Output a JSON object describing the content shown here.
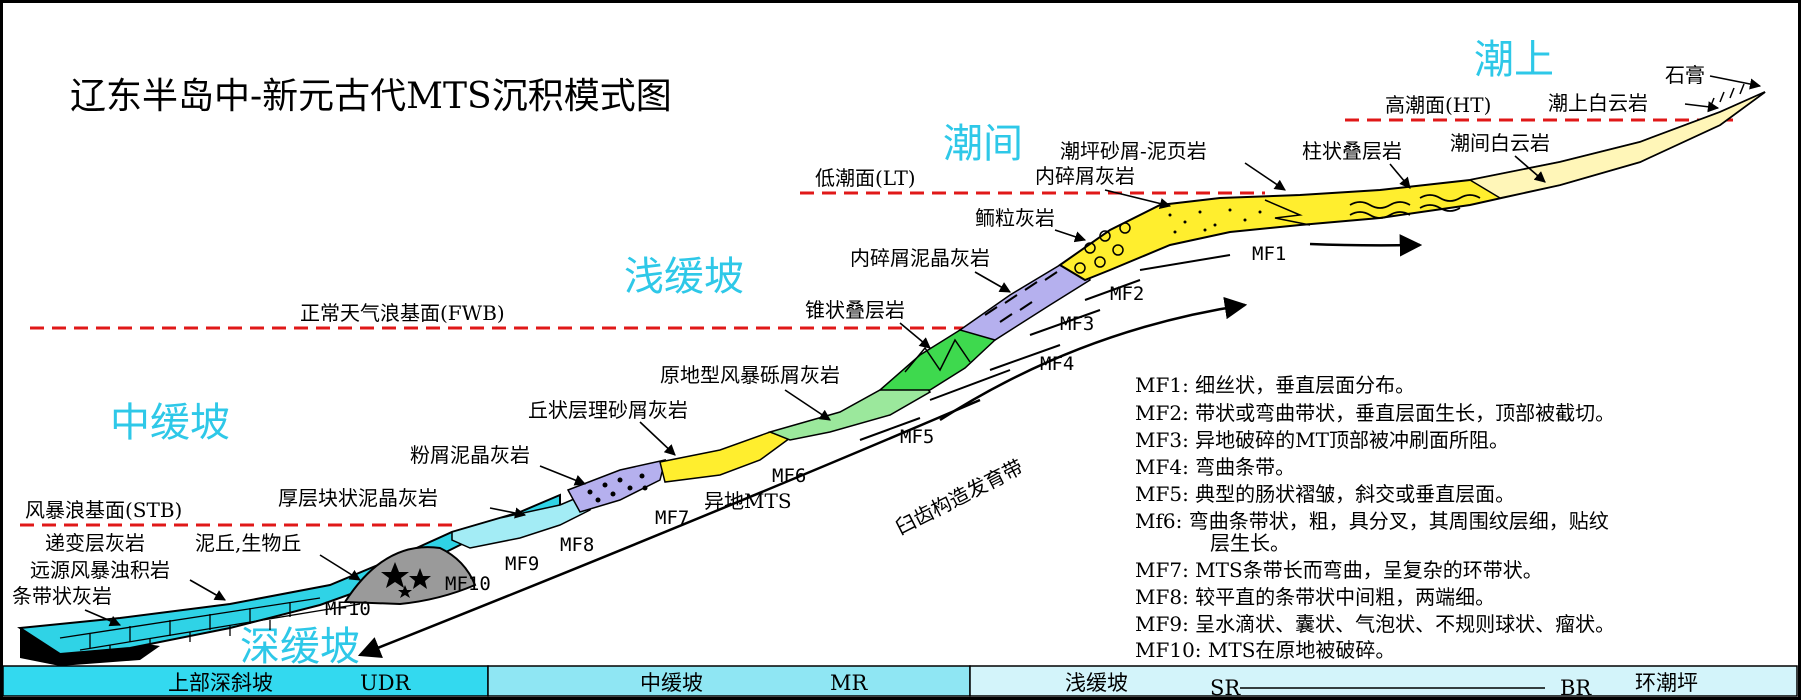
{
  "title": "辽东半岛中-新元古代MTS沉积模式图",
  "zones": {
    "chaoshang": "潮上",
    "chaojian": "潮间",
    "qianhuanpo": "浅缓坡",
    "zhonghuanpo": "中缓坡",
    "shenhuanpo": "深缓坡"
  },
  "levels": {
    "ht": "高潮面(HT)",
    "lt": "低潮面(LT)",
    "fwb": "正常天气浪基面(FWB)",
    "stb": "风暴浪基面(STB)"
  },
  "lithology": {
    "shigao": "石膏",
    "chaoshang_dolomite": "潮上白云岩",
    "chaojian_dolomite": "潮间白云岩",
    "zhuzhuang": "柱状叠层岩",
    "chaoping": "潮坪砂屑-泥页岩",
    "neisuixie_limestone": "内碎屑灰岩",
    "eli": "鲕粒灰岩",
    "neisuixie_micrite": "内碎屑泥晶灰岩",
    "zhuizhuang": "锥状叠层岩",
    "yuandi_storm": "原地型风暴砾屑灰岩",
    "qiuzhuang": "丘状层理砂屑灰岩",
    "fenxie": "粉屑泥晶灰岩",
    "houceng": "厚层块状泥晶灰岩",
    "dibian": "递变层灰岩",
    "niqiu": "泥丘,生物丘",
    "yuanyuan": "远源风暴浊积岩",
    "tiaodai": "条带状灰岩",
    "yidi_mts": "异地MTS",
    "baichi": "臼齿构造发育带"
  },
  "mf_labels": [
    "MF1",
    "MF2",
    "MF3",
    "MF4",
    "MF5",
    "MF6",
    "MF7",
    "MF8",
    "MF9",
    "MF10",
    "MF10"
  ],
  "legend": [
    "MF1: 细丝状，垂直层面分布。",
    "MF2: 带状或弯曲带状，垂直层面生长，顶部被截切。",
    "MF3: 异地破碎的MT顶部被冲刷面所阻。",
    "MF4: 弯曲条带。",
    "MF5: 典型的肠状褶皱，斜交或垂直层面。",
    "Mf6: 弯曲条带状，粗，具分叉，其周围纹层细，贴纹",
    "层生长。",
    "MF7: MTS条带长而弯曲，呈复杂的环带状。",
    "MF8: 较平直的条带状中间粗，两端细。",
    "MF9: 呈水滴状、囊状、气泡状、不规则球状、瘤状。",
    "MF10: MTS在原地被破碎。"
  ],
  "bands": {
    "udr_name": "上部深斜坡",
    "udr_code": "UDR",
    "mr_name": "中缓坡",
    "mr_code": "MR",
    "sr_name": "浅缓坡",
    "sr_code": "SR",
    "br_code": "BR",
    "br_name": "环潮坪"
  },
  "colors": {
    "zone_text": "#2ec8e8",
    "band_fill": "#33d9ef",
    "dashed_line": "#e01818",
    "yellow": "#ffee2e",
    "pale_yellow": "#fff6b8",
    "lavender": "#b5b0ee",
    "green": "#3ed94e",
    "light_green": "#9be89c",
    "cyan": "#2fd3e6",
    "light_cyan": "#a3ecf5",
    "gray": "#9a9a9a"
  }
}
